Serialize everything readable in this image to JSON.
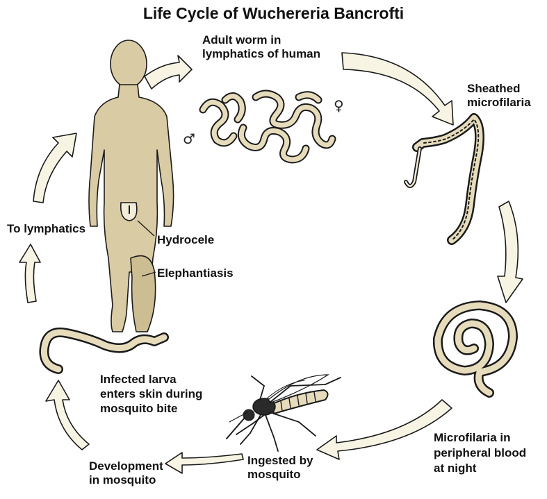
{
  "title": "Life Cycle of Wuchereria Bancrofti",
  "labels": {
    "adult_worm": [
      "Adult worm in",
      "lymphatics of human"
    ],
    "sheathed": [
      "Sheathed",
      "microfilaria"
    ],
    "microfilaria_blood": [
      "Microfilaria in",
      "peripheral blood",
      "at night"
    ],
    "ingested": [
      "Ingested by",
      "mosquito"
    ],
    "development": [
      "Development",
      "in mosquito"
    ],
    "infected_larva": [
      "Infected larva",
      "enters skin during",
      "mosquito bite"
    ],
    "to_lymphatics": "To lymphatics",
    "hydrocele": "Hydrocele",
    "elephantiasis": "Elephantiasis"
  },
  "symbols": {
    "male": "♂",
    "female": "♀"
  },
  "colors": {
    "body_fill": "#d9cba4",
    "worm_fill": "#e6dcbc",
    "arrow_fill": "#f7f4e4",
    "outline": "#1a1a1a"
  }
}
